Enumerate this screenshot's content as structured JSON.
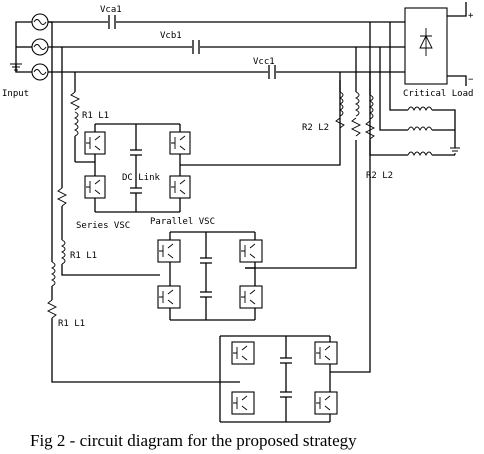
{
  "labels": {
    "vca1": "Vca1",
    "vcb1": "Vcb1",
    "vcc1": "Vcc1",
    "input": "Input",
    "critical_load": "Critical Load",
    "r1l1_top": "R1 L1",
    "r1l1_mid": "R1 L1",
    "r1l1_low": "R1 L1",
    "r2l2_a": "R2 L2",
    "r2l2_b": "R2 L2",
    "dc_link": "DC Link",
    "series_vsc": "Series VSC",
    "parallel_vsc": "Parallel VSC",
    "plus": "+",
    "minus": "−"
  },
  "caption": "Fig 2 - circuit diagram for the proposed strategy"
}
